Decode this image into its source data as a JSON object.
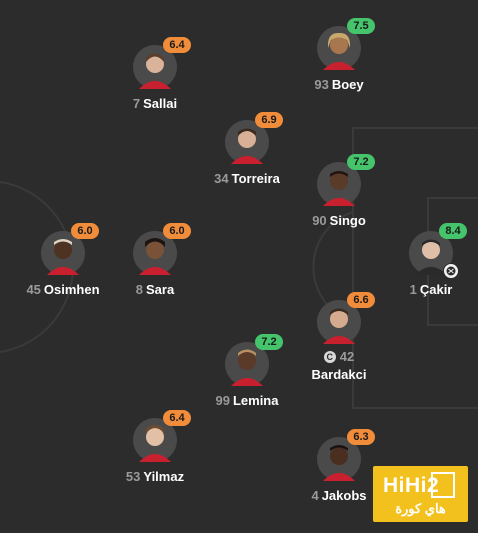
{
  "lineup": {
    "players": [
      {
        "id": "sallai",
        "number": "7",
        "name": "Sallai",
        "rating": "6.4",
        "rating_color": "orange"
      },
      {
        "id": "boey",
        "number": "93",
        "name": "Boey",
        "rating": "7.5",
        "rating_color": "green"
      },
      {
        "id": "torreira",
        "number": "34",
        "name": "Torreira",
        "rating": "6.9",
        "rating_color": "orange"
      },
      {
        "id": "singo",
        "number": "90",
        "name": "Singo",
        "rating": "7.2",
        "rating_color": "green"
      },
      {
        "id": "osimhen",
        "number": "45",
        "name": "Osimhen",
        "rating": "6.0",
        "rating_color": "orange"
      },
      {
        "id": "sara",
        "number": "8",
        "name": "Sara",
        "rating": "6.0",
        "rating_color": "orange"
      },
      {
        "id": "cakir",
        "number": "1",
        "name": "Çakir",
        "rating": "8.4",
        "rating_color": "green"
      },
      {
        "id": "bardakci",
        "number": "42",
        "name": "Bardakci",
        "rating": "6.6",
        "rating_color": "orange",
        "captain": "C"
      },
      {
        "id": "lemina",
        "number": "99",
        "name": "Lemina",
        "rating": "7.2",
        "rating_color": "green"
      },
      {
        "id": "yilmaz",
        "number": "53",
        "name": "Yilmaz",
        "rating": "6.4",
        "rating_color": "orange"
      },
      {
        "id": "jakobs",
        "number": "4",
        "name": "Jakobs",
        "rating": "6.3",
        "rating_color": "orange"
      }
    ]
  },
  "watermark": {
    "brand": "HiHi2",
    "subtitle": "هاي كورة"
  },
  "colors": {
    "background": "#2c2c2c",
    "rating_orange": "#f08c3a",
    "rating_green": "#45c46b",
    "watermark": "#f3c11d"
  },
  "icons": [
    "captain-icon",
    "player-of-match-icon",
    "player-photo-icon"
  ]
}
